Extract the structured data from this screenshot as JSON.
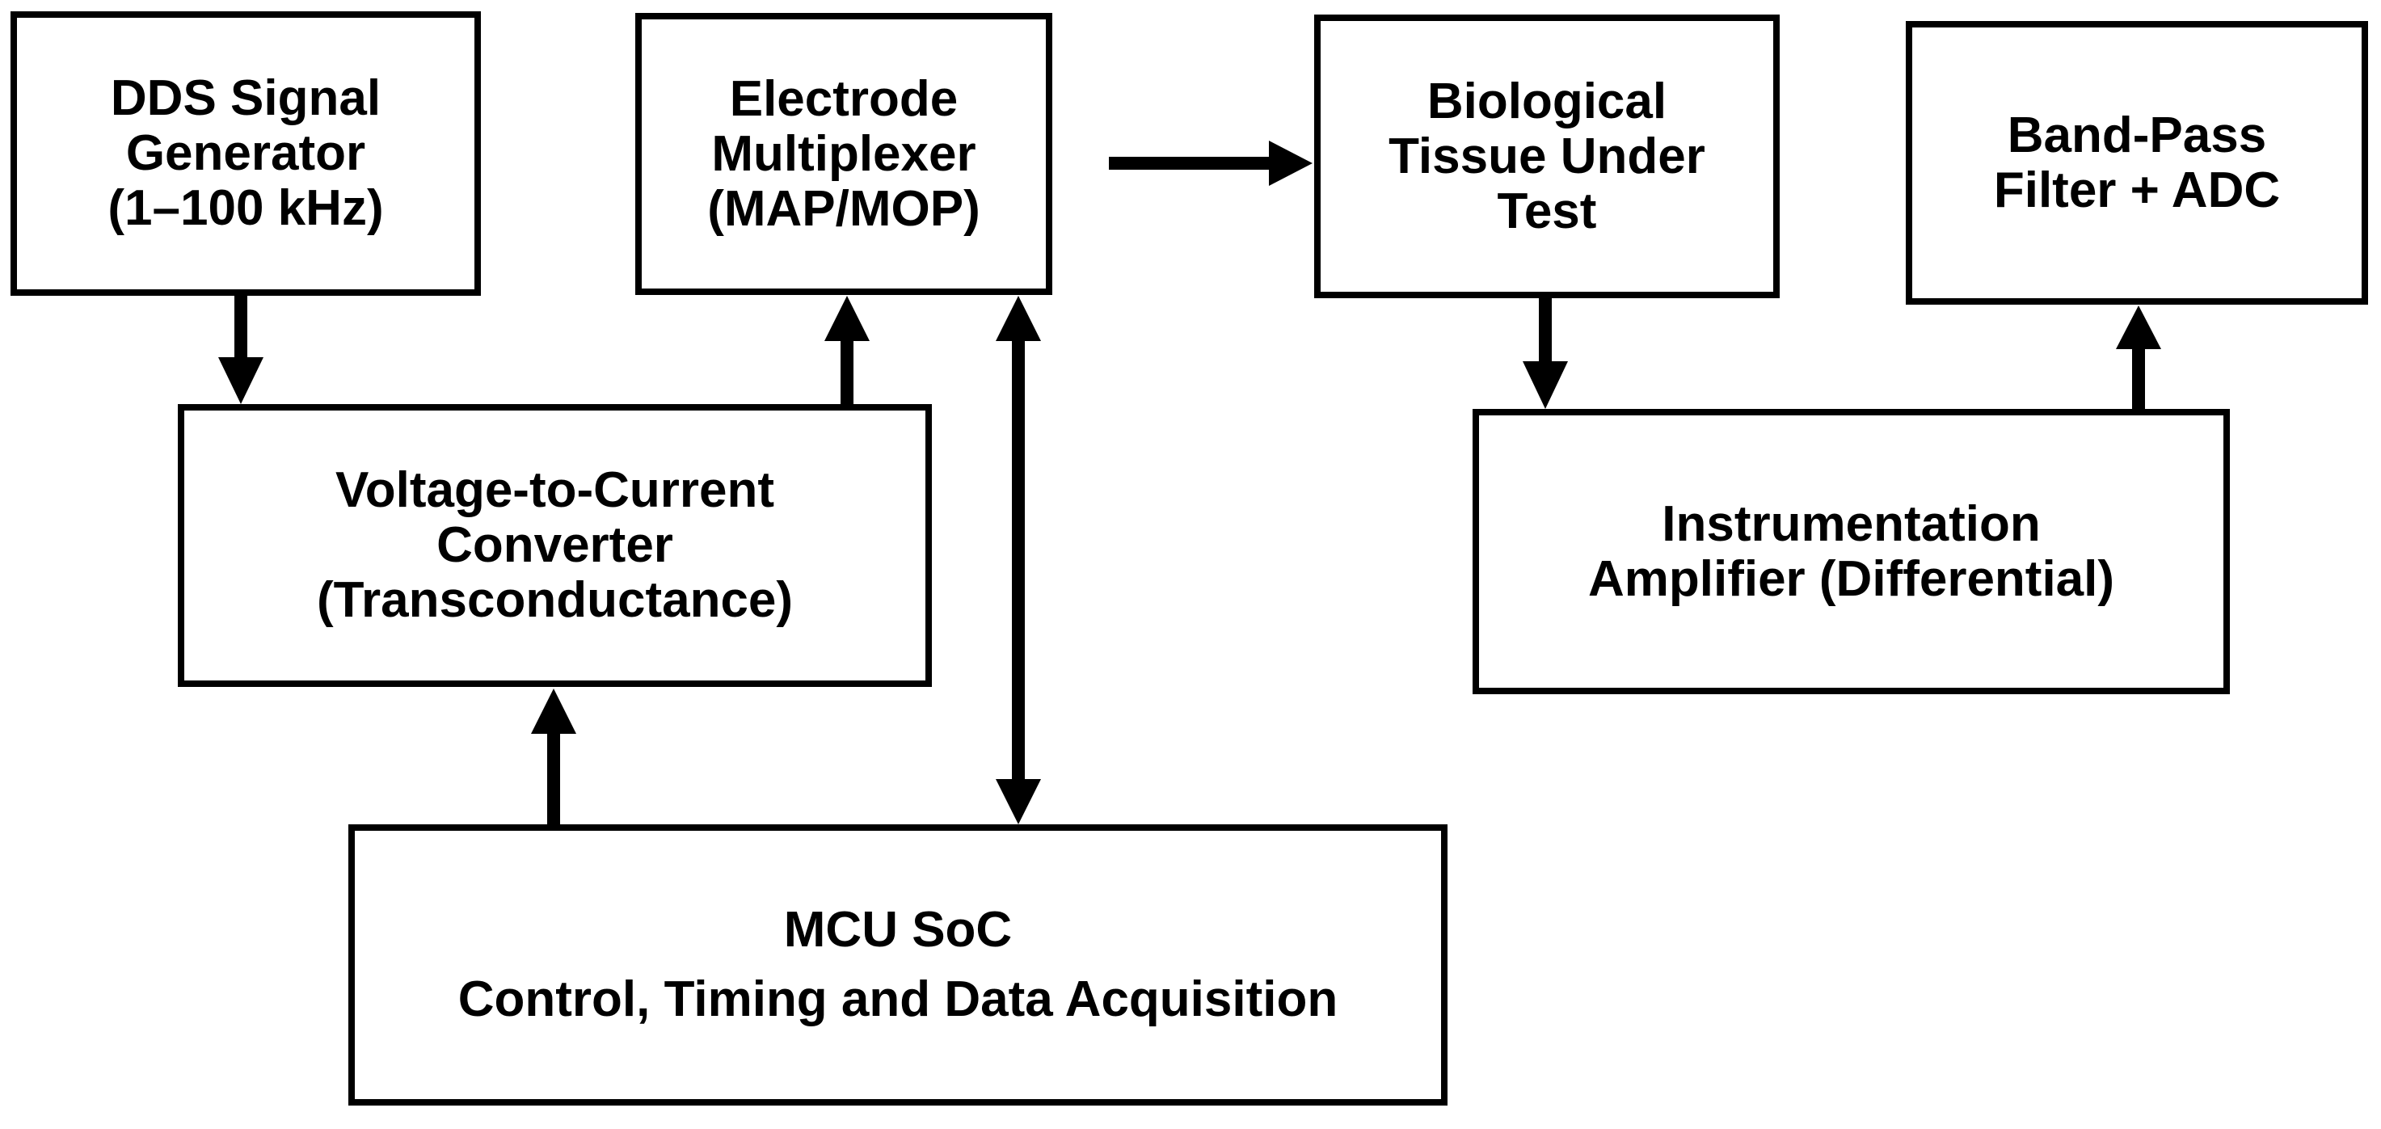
{
  "diagram": {
    "blocks": {
      "dds": {
        "lines": [
          "DDS Signal",
          "Generator",
          "(1–100 kHz)"
        ]
      },
      "mux": {
        "lines": [
          "Electrode",
          "Multiplexer",
          "(MAP/MOP)"
        ]
      },
      "tissue": {
        "lines": [
          "Biological",
          "Tissue Under",
          "Test"
        ]
      },
      "bpf": {
        "lines": [
          "Band-Pass",
          "Filter + ADC"
        ]
      },
      "vcc": {
        "lines": [
          "Voltage-to-Current",
          "Converter",
          "(Transconductance)"
        ]
      },
      "ina": {
        "lines": [
          "Instrumentation",
          "Amplifier (Differential)"
        ]
      },
      "mcu": {
        "lines": [
          "MCU SoC",
          "Control, Timing and Data Acquisition"
        ]
      }
    },
    "connections": [
      {
        "from": "dds",
        "to": "vcc",
        "direction": "one-way"
      },
      {
        "from": "vcc",
        "to": "mux",
        "direction": "one-way"
      },
      {
        "from": "mcu",
        "to": "vcc",
        "direction": "one-way"
      },
      {
        "from": "mux",
        "to": "mcu",
        "direction": "two-way"
      },
      {
        "from": "mux",
        "to": "tissue",
        "direction": "one-way"
      },
      {
        "from": "tissue",
        "to": "ina",
        "direction": "one-way"
      },
      {
        "from": "ina",
        "to": "bpf",
        "direction": "one-way"
      }
    ],
    "colors": {
      "stroke": "#000000",
      "background": "#ffffff",
      "text": "#000000"
    }
  }
}
